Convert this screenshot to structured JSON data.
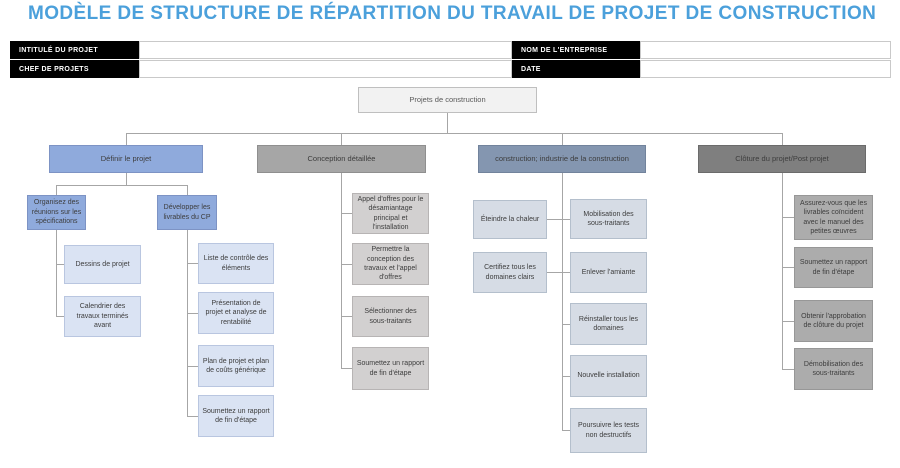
{
  "title": "MODÈLE DE STRUCTURE DE RÉPARTITION DU TRAVAIL DE PROJET DE CONSTRUCTION",
  "form": {
    "project_label": "INTITULÉ DU PROJET",
    "project_value": "",
    "manager_label": "CHEF DE PROJETS",
    "manager_value": "",
    "company_label": "NOM DE L'ENTREPRISE",
    "company_value": "",
    "date_label": "DATE",
    "date_value": ""
  },
  "chart": {
    "root": "Projets de construction",
    "branch1": {
      "header": "Définir le projet",
      "group1": {
        "header": "Organisez des réunions sur les spécifications",
        "children": [
          "Dessins de projet",
          "Calendrier des travaux terminés avant"
        ]
      },
      "group2": {
        "header": "Développer les livrables du CP",
        "children": [
          "Liste de contrôle des éléments",
          "Présentation de projet et analyse de rentabilité",
          "Plan de projet et plan de coûts générique",
          "Soumettez un rapport de fin d'étape"
        ]
      }
    },
    "branch2": {
      "header": "Conception détaillée",
      "children": [
        "Appel d'offres pour le désamiantage principal et l'installation",
        "Permettre la conception des travaux et l'appel d'offres",
        "Sélectionner des sous-traitants",
        "Soumettez un rapport de fin d'étape"
      ]
    },
    "branch3": {
      "header": "construction; industrie de la construction",
      "left": [
        "Éteindre la chaleur",
        "Certifiez tous les domaines clairs"
      ],
      "right": [
        "Mobilisation des sous-traitants",
        "Enlever l'amiante",
        "Réinstaller tous les domaines",
        "Nouvelle installation",
        "Poursuivre les tests non destructifs"
      ]
    },
    "branch4": {
      "header": "Clôture du projet/Post projet",
      "children": [
        "Assurez-vous que les livrables coïncident avec le manuel des petites œuvres",
        "Soumettez un rapport de fin d'étape",
        "Obtenir l'approbation de clôture du projet",
        "Démobilisation des sous-traitants"
      ]
    }
  },
  "colors": {
    "title_blue": "#4BA0DB",
    "line_gray": "#A6A6A6",
    "node_text": "#3D3D3D",
    "root_fill": "#F2F2F2",
    "root_border": "#BFBFBF",
    "blue": "#8FAADC",
    "blue_border": "#7D93C4",
    "blue_light": "#DAE3F3",
    "blue_light_border": "#B9C6E0",
    "gray": "#A6A6A6",
    "gray_border": "#8F8F8F",
    "gray_light": "#D2D0D0",
    "gray_light_border": "#B7B4B4",
    "bluegray": "#8496B0",
    "bluegray_border": "#72839C",
    "bluegray_light": "#D6DCE5",
    "bluegray_light_border": "#B4BFCC",
    "darkgray": "#7F7F7F",
    "darkgray_border": "#6B6B6B",
    "midgray": "#ACACAC",
    "midgray_border": "#979797"
  }
}
